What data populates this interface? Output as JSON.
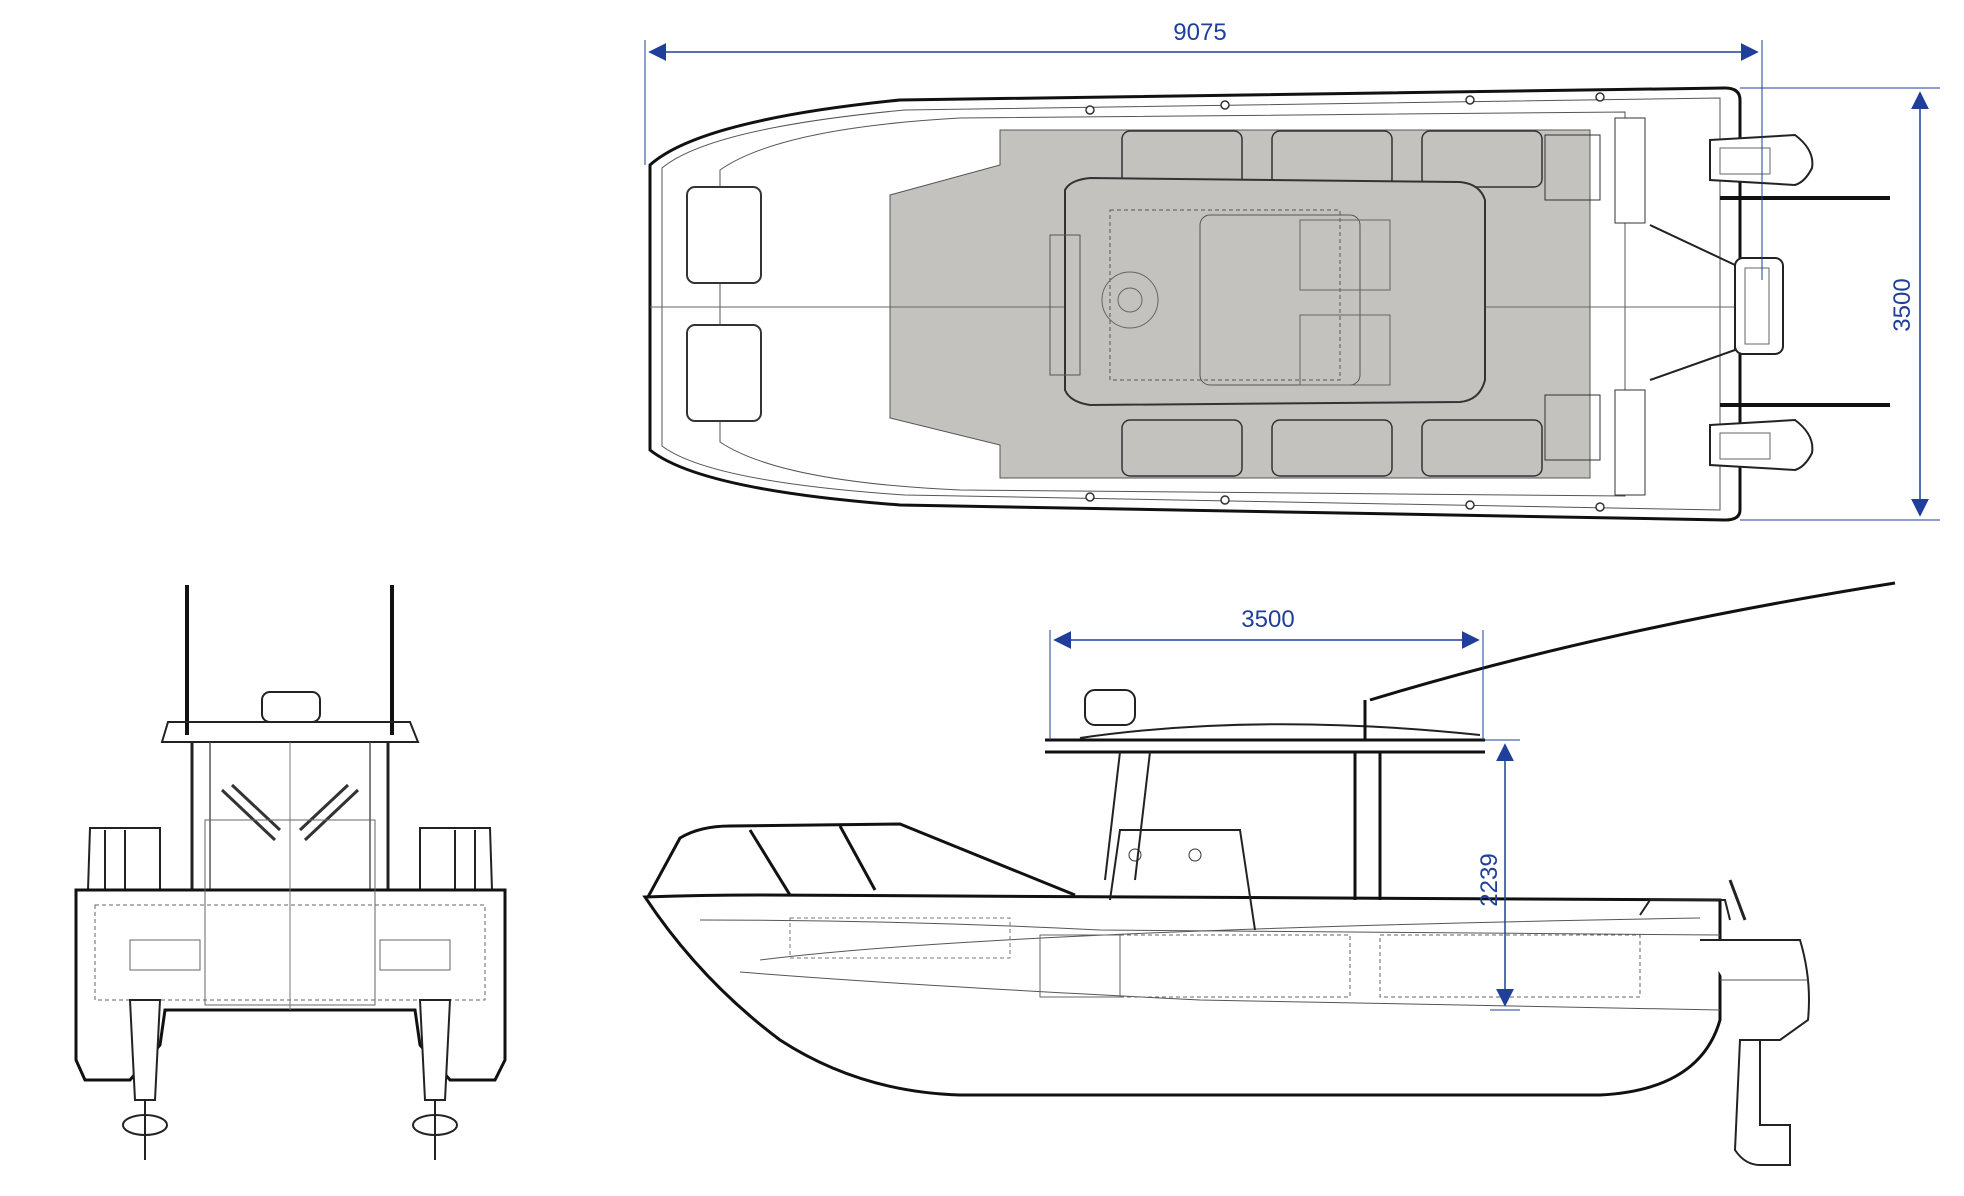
{
  "dimensions": {
    "overall_length": "9075",
    "beam_width": "3500",
    "top_length": "3500",
    "top_height": "2239"
  },
  "colors": {
    "dimension": "#1f3f9a",
    "deck_fill": "#c4c2bf",
    "line": "#222222"
  }
}
